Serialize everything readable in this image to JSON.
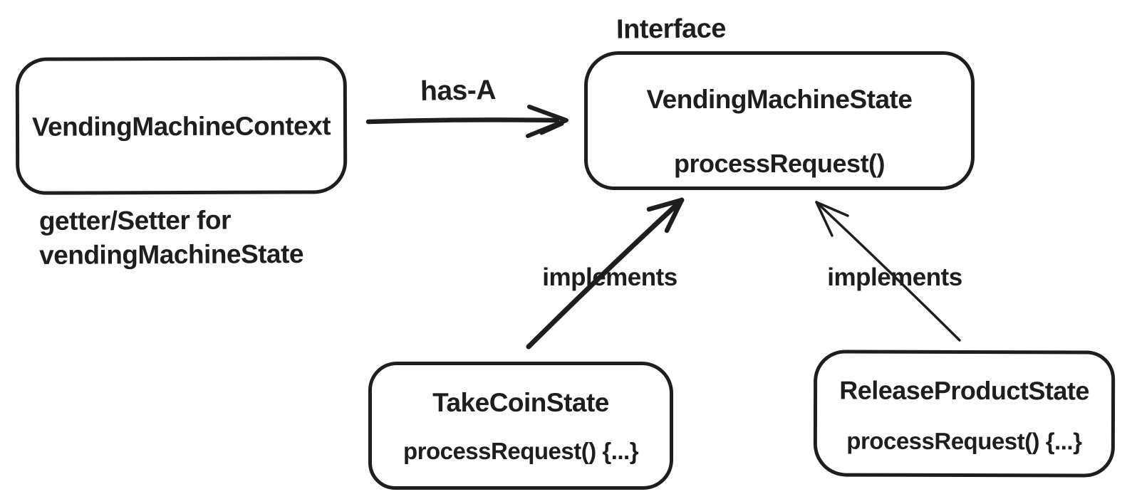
{
  "canvas": {
    "background": "#ffffff",
    "ink": "#1e1e1e"
  },
  "nodes": {
    "context": {
      "title": "VendingMachineContext",
      "note_line1": "getter/Setter for",
      "note_line2": "vendingMachineState"
    },
    "interface": {
      "tag": "Interface",
      "title": "VendingMachineState",
      "method": "processRequest()"
    },
    "take_coin": {
      "title": "TakeCoinState",
      "method": "processRequest() {...}"
    },
    "release_product": {
      "title": "ReleaseProductState",
      "method": "processRequest() {...}"
    }
  },
  "edges": {
    "has_a": {
      "label": "has-A"
    },
    "implements_left": {
      "label": "implements"
    },
    "implements_right": {
      "label": "implements"
    }
  }
}
